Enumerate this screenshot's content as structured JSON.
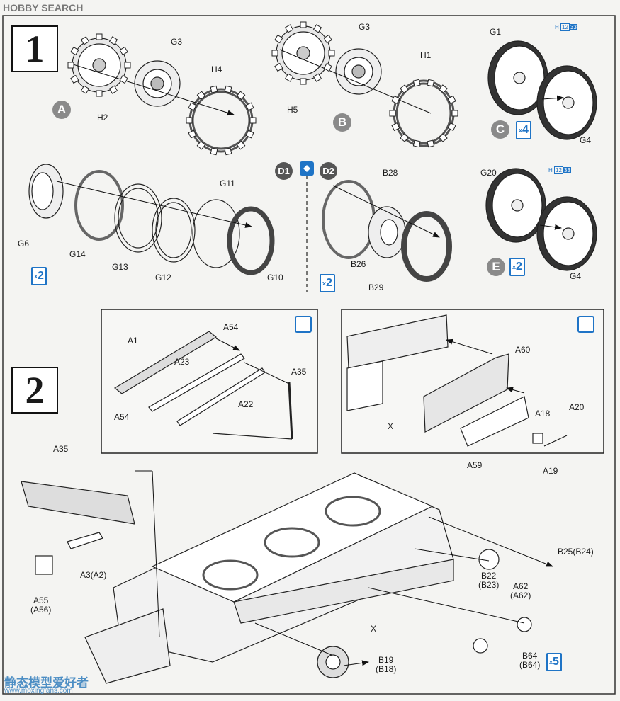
{
  "watermark_top": "HOBBY SEARCH",
  "watermark_bottom_cn": "静态模型爱好者",
  "watermark_bottom_url": "www.moxingfans.com",
  "steps": {
    "one": "1",
    "two": "2"
  },
  "assemblies": {
    "a": "A",
    "b": "B",
    "c": "C",
    "e": "E",
    "d1": "D1",
    "d2": "D2"
  },
  "multipliers": {
    "c": "4",
    "d1": "2",
    "d2": "2",
    "e": "2",
    "b64": "5",
    "x": "x"
  },
  "paint_codes": {
    "h": "H",
    "n12": "12",
    "n33": "33"
  },
  "parts": {
    "g3a": "G3",
    "h4": "H4",
    "h2": "H2",
    "g3b": "G3",
    "h1": "H1",
    "h5": "H5",
    "g1": "G1",
    "g4c": "G4",
    "g20": "G20",
    "g4e": "G4",
    "g11": "G11",
    "g6": "G6",
    "g14": "G14",
    "g13": "G13",
    "g12": "G12",
    "g10": "G10",
    "b28": "B28",
    "b26": "B26",
    "b29": "B29",
    "a54a": "A54",
    "a1": "A1",
    "a23": "A23",
    "a22": "A22",
    "a35a": "A35",
    "a54b": "A54",
    "a60": "A60",
    "x1": "X",
    "a18": "A18",
    "a20": "A20",
    "a59": "A59",
    "a19": "A19",
    "a35b": "A35",
    "a3": "A3(A2)",
    "a55": "A55\n(A56)",
    "x2": "X",
    "b25": "B25(B24)",
    "b22": "B22\n(B23)",
    "a62": "A62\n(A62)",
    "b64": "B64\n(B64)",
    "b19": "B19\n(B18)"
  }
}
